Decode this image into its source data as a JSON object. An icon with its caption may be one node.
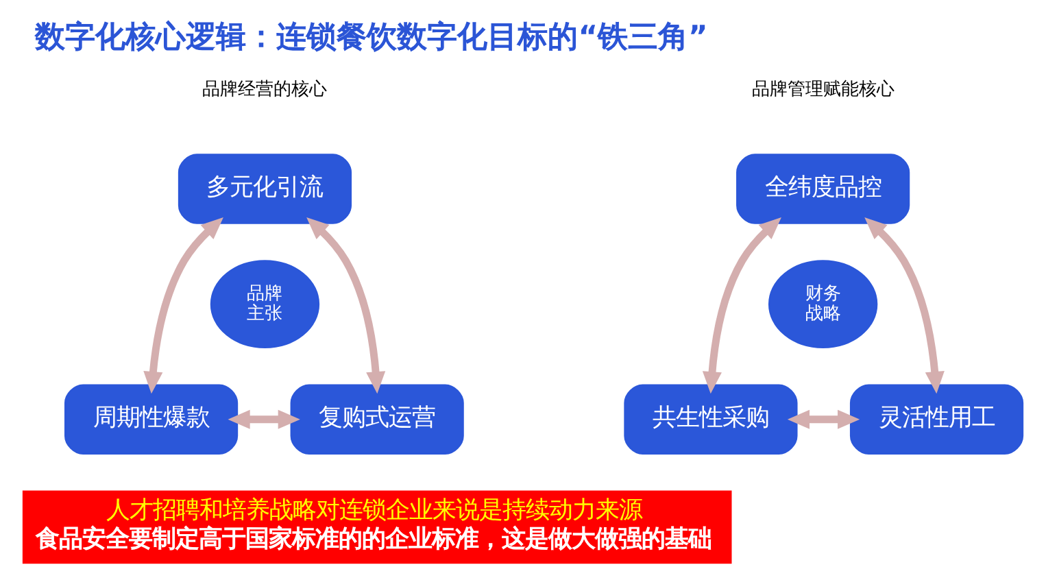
{
  "diagram": {
    "title": "数字化核心逻辑：连锁餐饮数字化目标的“铁三角”",
    "nodes": [
      {
        "text": [
          "多元化引流"
        ]
      },
      {
        "text": [
          "品牌主张"
        ]
      },
      {
        "text": [
          "周期性爆款"
        ]
      },
      {
        "text": [
          "复购式运营"
        ]
      },
      {
        "text": [
          "全纬度品控"
        ]
      },
      {
        "text": [
          "财务战略"
        ]
      },
      {
        "text": [
          "共生性采购"
        ]
      },
      {
        "text": [
          "灵活性用工"
        ]
      },
      {
        "text": [
          "人才招聘和培养战略对连锁企业来说是持续动力来源",
          "食品安全要制定高于国家标准的的企业标准，这是做大做强的基础"
        ]
      }
    ],
    "edges": [
      {
        "from": 2,
        "to": 0,
        "arrow": "both"
      },
      {
        "from": 0,
        "to": 3,
        "arrow": "both"
      },
      {
        "from": 2,
        "to": 3,
        "arrow": "both"
      },
      {
        "from": 6,
        "to": 4,
        "arrow": "both"
      },
      {
        "from": 4,
        "to": 7,
        "arrow": "both"
      },
      {
        "from": 6,
        "to": 7,
        "arrow": "both"
      }
    ],
    "labels": [
      "品牌经营的核心",
      "品牌管理赋能核心"
    ]
  }
}
